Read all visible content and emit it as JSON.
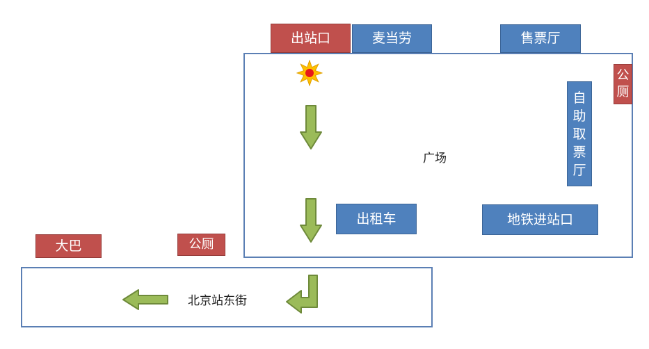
{
  "colors": {
    "label_blue": "#4f81bd",
    "label_red": "#c0504d",
    "outline": "#5b7fb4",
    "arrow_fill": "#9bbb59",
    "arrow_stroke": "#6e8a3a",
    "marker_star": "#ffc000",
    "marker_dot": "#e8191a"
  },
  "labels": {
    "exit": "出站口",
    "mcdonalds": "麦当劳",
    "ticket_hall": "售票厅",
    "toilet_top": "公厕",
    "self_service_ticket": "自助取票厅",
    "plaza": "广场",
    "taxi": "出租车",
    "subway_entrance": "地铁进站口",
    "bus": "大巴",
    "toilet_bottom": "公厕",
    "street": "北京站东街"
  },
  "icons": {
    "position_marker": "sun-star-icon",
    "route_arrows": [
      "arrow-down-icon",
      "arrow-down-icon",
      "arrow-down-left-icon",
      "arrow-left-icon"
    ]
  }
}
